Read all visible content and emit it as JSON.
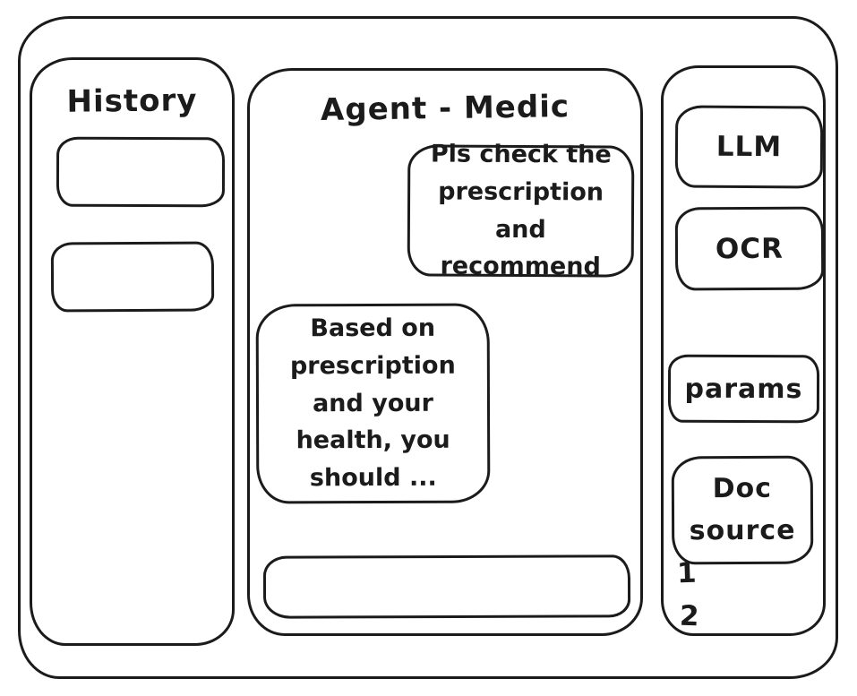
{
  "colors": {
    "stroke": "#1b1b1b",
    "background": "#ffffff"
  },
  "history": {
    "title": "History",
    "items": [
      {
        "label": ""
      },
      {
        "label": ""
      }
    ]
  },
  "chat": {
    "title": "Agent - Medic",
    "messages": [
      {
        "role": "user",
        "text": "Pls check the prescription and recommend"
      },
      {
        "role": "assistant",
        "text": "Based on prescription and your health, you should ..."
      }
    ],
    "input": {
      "value": "",
      "placeholder": ""
    }
  },
  "tools": {
    "buttons": [
      {
        "label": "LLM"
      },
      {
        "label": "OCR"
      },
      {
        "label": "params"
      },
      {
        "label": "Doc source"
      }
    ],
    "steps": [
      {
        "label": "1"
      },
      {
        "label": "2"
      }
    ]
  }
}
